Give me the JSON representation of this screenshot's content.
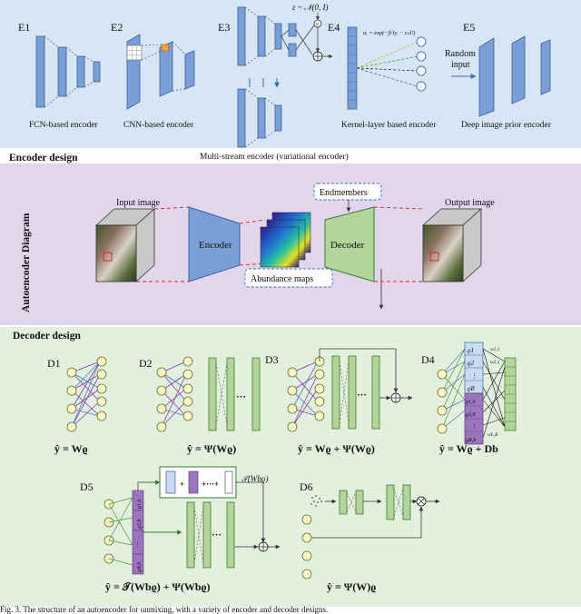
{
  "encoder": {
    "section_label": "Encoder design",
    "e1": {
      "id": "E1",
      "caption": "FCN-based encoder"
    },
    "e2": {
      "id": "E2",
      "caption": "CNN-based encoder"
    },
    "e3": {
      "id": "E3",
      "caption": "Multi-stream encoder (variational encoder)",
      "formula": "ε ~ 𝒩(0, I)"
    },
    "e4": {
      "id": "E4",
      "caption": "Kernel-layer based encoder",
      "formula": "αᵢ = exp(−β·‖yᵢ − cₖ‖²)"
    },
    "e5": {
      "id": "E5",
      "caption": "Deep image prior encoder",
      "input_line1": "Random",
      "input_line2": "input"
    }
  },
  "autoencoder": {
    "side_label": "Autoencoder Diagram",
    "input_image": "Input image",
    "output_image": "Output image",
    "encoder": "Encoder",
    "decoder": "Decoder",
    "endmembers": "Endmembers",
    "abundance_maps": "Abundance maps"
  },
  "decoder": {
    "section_label": "Decoder design",
    "d1": {
      "id": "D1",
      "equation": "ŷ = Wϱ"
    },
    "d2": {
      "id": "D2",
      "equation": "ŷ = Ψ(Wϱ)"
    },
    "d3": {
      "id": "D3",
      "equation": "ŷ = Wϱ + Ψ(Wϱ)"
    },
    "d4": {
      "id": "D4",
      "equation": "ŷ = Wϱ + Db",
      "cells": [
        "ϱ1",
        "ϱ2",
        "⋮",
        "ϱR",
        "ϱ1,b",
        "ϱ2,b",
        "⋮",
        "ϱR,b"
      ],
      "weights": [
        "w1,1",
        "w2,1",
        "wL,R"
      ]
    },
    "d5": {
      "id": "D5",
      "equation": "ŷ = 𝒯(Wbϱ) + Ψ(Wbϱ)",
      "transform": "𝒯(Wbϱ)",
      "cells": [
        "ϱ1,b",
        "ϱ2,b",
        "⋮",
        "ϱR,b"
      ]
    },
    "d6": {
      "id": "D6",
      "equation": "ŷ = Ψ(W)ϱ"
    }
  },
  "caption": "Fig. 3.   The structure of an autoencoder for unmixing, with a variety of encoder and decoder designs.",
  "colors": {
    "encoder_bg": "#d6e6f5",
    "ae_bg": "#e2d6ec",
    "decoder_bg": "#e4f0de",
    "enc_block": "#7a9ed6",
    "green_block": "#b3d59b",
    "purple_cell": "#9d74bf",
    "dashed_red": "#e02020"
  }
}
